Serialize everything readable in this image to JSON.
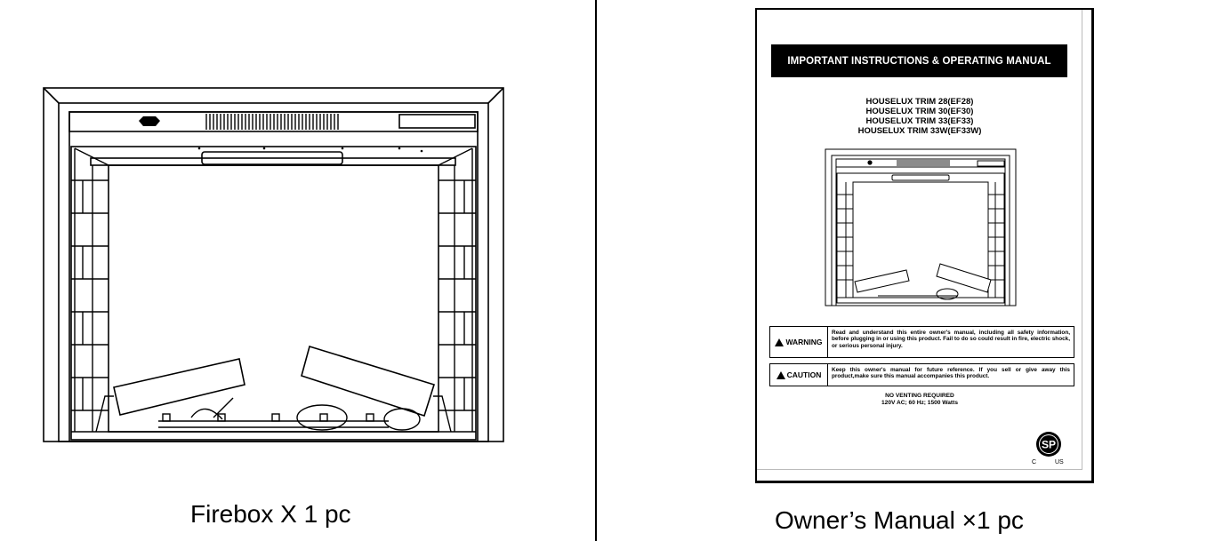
{
  "left_panel": {
    "caption": "Firebox X 1 pc"
  },
  "right_panel": {
    "caption": "Owner’s Manual ×1 pc",
    "manual": {
      "header": "IMPORTANT INSTRUCTIONS & OPERATING MANUAL",
      "models": [
        "HOUSELUX TRIM 28(EF28)",
        "HOUSELUX TRIM 30(EF30)",
        "HOUSELUX TRIM 33(EF33)",
        "HOUSELUX TRIM 33W(EF33W)"
      ],
      "warning": {
        "label": "WARNING",
        "text": "Read and understand this entire owner's manual, including all safety information, before plugging in or using this product. Fail to do so could result in fire, electric shock, or serious personal injury."
      },
      "caution": {
        "label": "CAUTION",
        "text": "Keep this owner's manual for future reference. If you sell or give away this product,make sure this manual accompanies this product."
      },
      "venting": "NO VENTING REQUIRED",
      "power": "120V AC; 60 Hz; 1500 Watts",
      "cert_mark": {
        "letters": "SP",
        "left": "C",
        "right": "US"
      }
    }
  }
}
